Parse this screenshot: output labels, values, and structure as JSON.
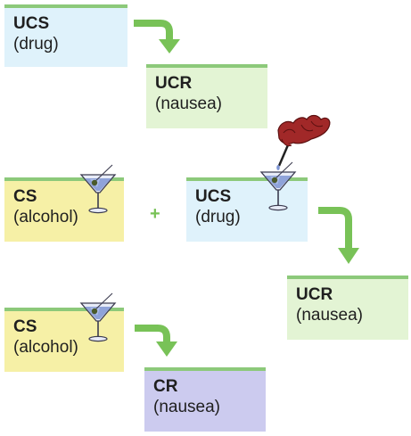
{
  "stage1": {
    "ucs": {
      "term": "UCS",
      "desc": "(drug)"
    },
    "ucr": {
      "term": "UCR",
      "desc": "(nausea)"
    }
  },
  "stage2": {
    "cs": {
      "term": "CS",
      "desc": "(alcohol)"
    },
    "plus": "+",
    "ucs": {
      "term": "UCS",
      "desc": "(drug)"
    },
    "ucr": {
      "term": "UCR",
      "desc": "(nausea)"
    }
  },
  "stage3": {
    "cs": {
      "term": "CS",
      "desc": "(alcohol)"
    },
    "cr": {
      "term": "CR",
      "desc": "(nausea)"
    }
  },
  "colors": {
    "arrow": "#78c257",
    "box_border": "#8cc97a",
    "ucs_fill": "#dff2fb",
    "ucr_fill": "#e3f4d4",
    "cs_fill": "#f6f0a6",
    "cr_fill": "#cccbef"
  },
  "icons": [
    "martini-glass-icon",
    "hand-with-dropper-icon",
    "curved-arrow-icon"
  ]
}
